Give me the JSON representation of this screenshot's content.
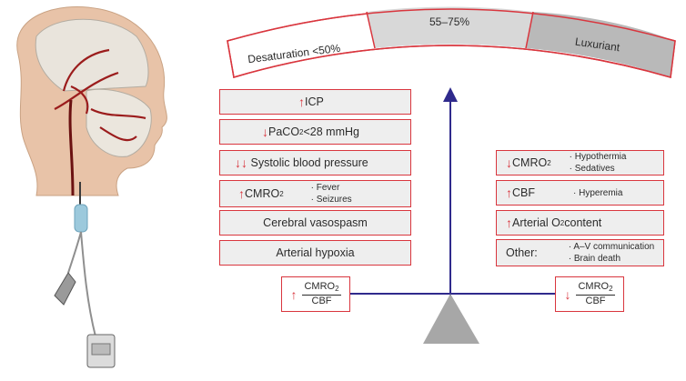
{
  "colors": {
    "accent_red": "#d9363e",
    "axis_blue": "#2f2a8c",
    "box_fill": "#eeeeee",
    "band_mid": "#d8d8d8",
    "band_right": "#b9b9b9",
    "fulcrum": "#a7a7a7"
  },
  "arc_band": {
    "left": "Desaturation <50%",
    "middle": "55–75%",
    "right": "Luxuriant"
  },
  "left_factors": [
    {
      "arrow": "↑",
      "label": "ICP"
    },
    {
      "arrow": "↓",
      "label": "PaCO",
      "sub": "2",
      "label_after": " <28 mmHg"
    },
    {
      "arrow": "↓↓",
      "label": "Systolic blood pressure"
    },
    {
      "arrow": "↑",
      "label": "CMRO",
      "sub": "2",
      "notes": [
        "Fever",
        "Seizures"
      ]
    },
    {
      "label": "Cerebral vasospasm"
    },
    {
      "label": "Arterial hypoxia"
    }
  ],
  "right_factors": [
    {
      "arrow": "↓",
      "label": "CMRO",
      "sub": "2",
      "notes": [
        "Hypothermia",
        "Sedatives"
      ]
    },
    {
      "arrow": "↑",
      "label": "CBF",
      "notes": [
        "Hyperemia"
      ]
    },
    {
      "arrow": "↑",
      "label": "Arterial O",
      "sub": "2",
      "label_after": " content"
    },
    {
      "label": "Other:",
      "notes": [
        "A–V communication",
        "Brain death"
      ]
    }
  ],
  "balance": {
    "left": {
      "arrow": "↑",
      "numerator": "CMRO",
      "numerator_sub": "2",
      "denominator": "CBF"
    },
    "right": {
      "arrow": "↓",
      "numerator": "CMRO",
      "numerator_sub": "2",
      "denominator": "CBF"
    }
  },
  "illustration": {
    "subject": "head-with-jugular-bulb-catheter"
  }
}
